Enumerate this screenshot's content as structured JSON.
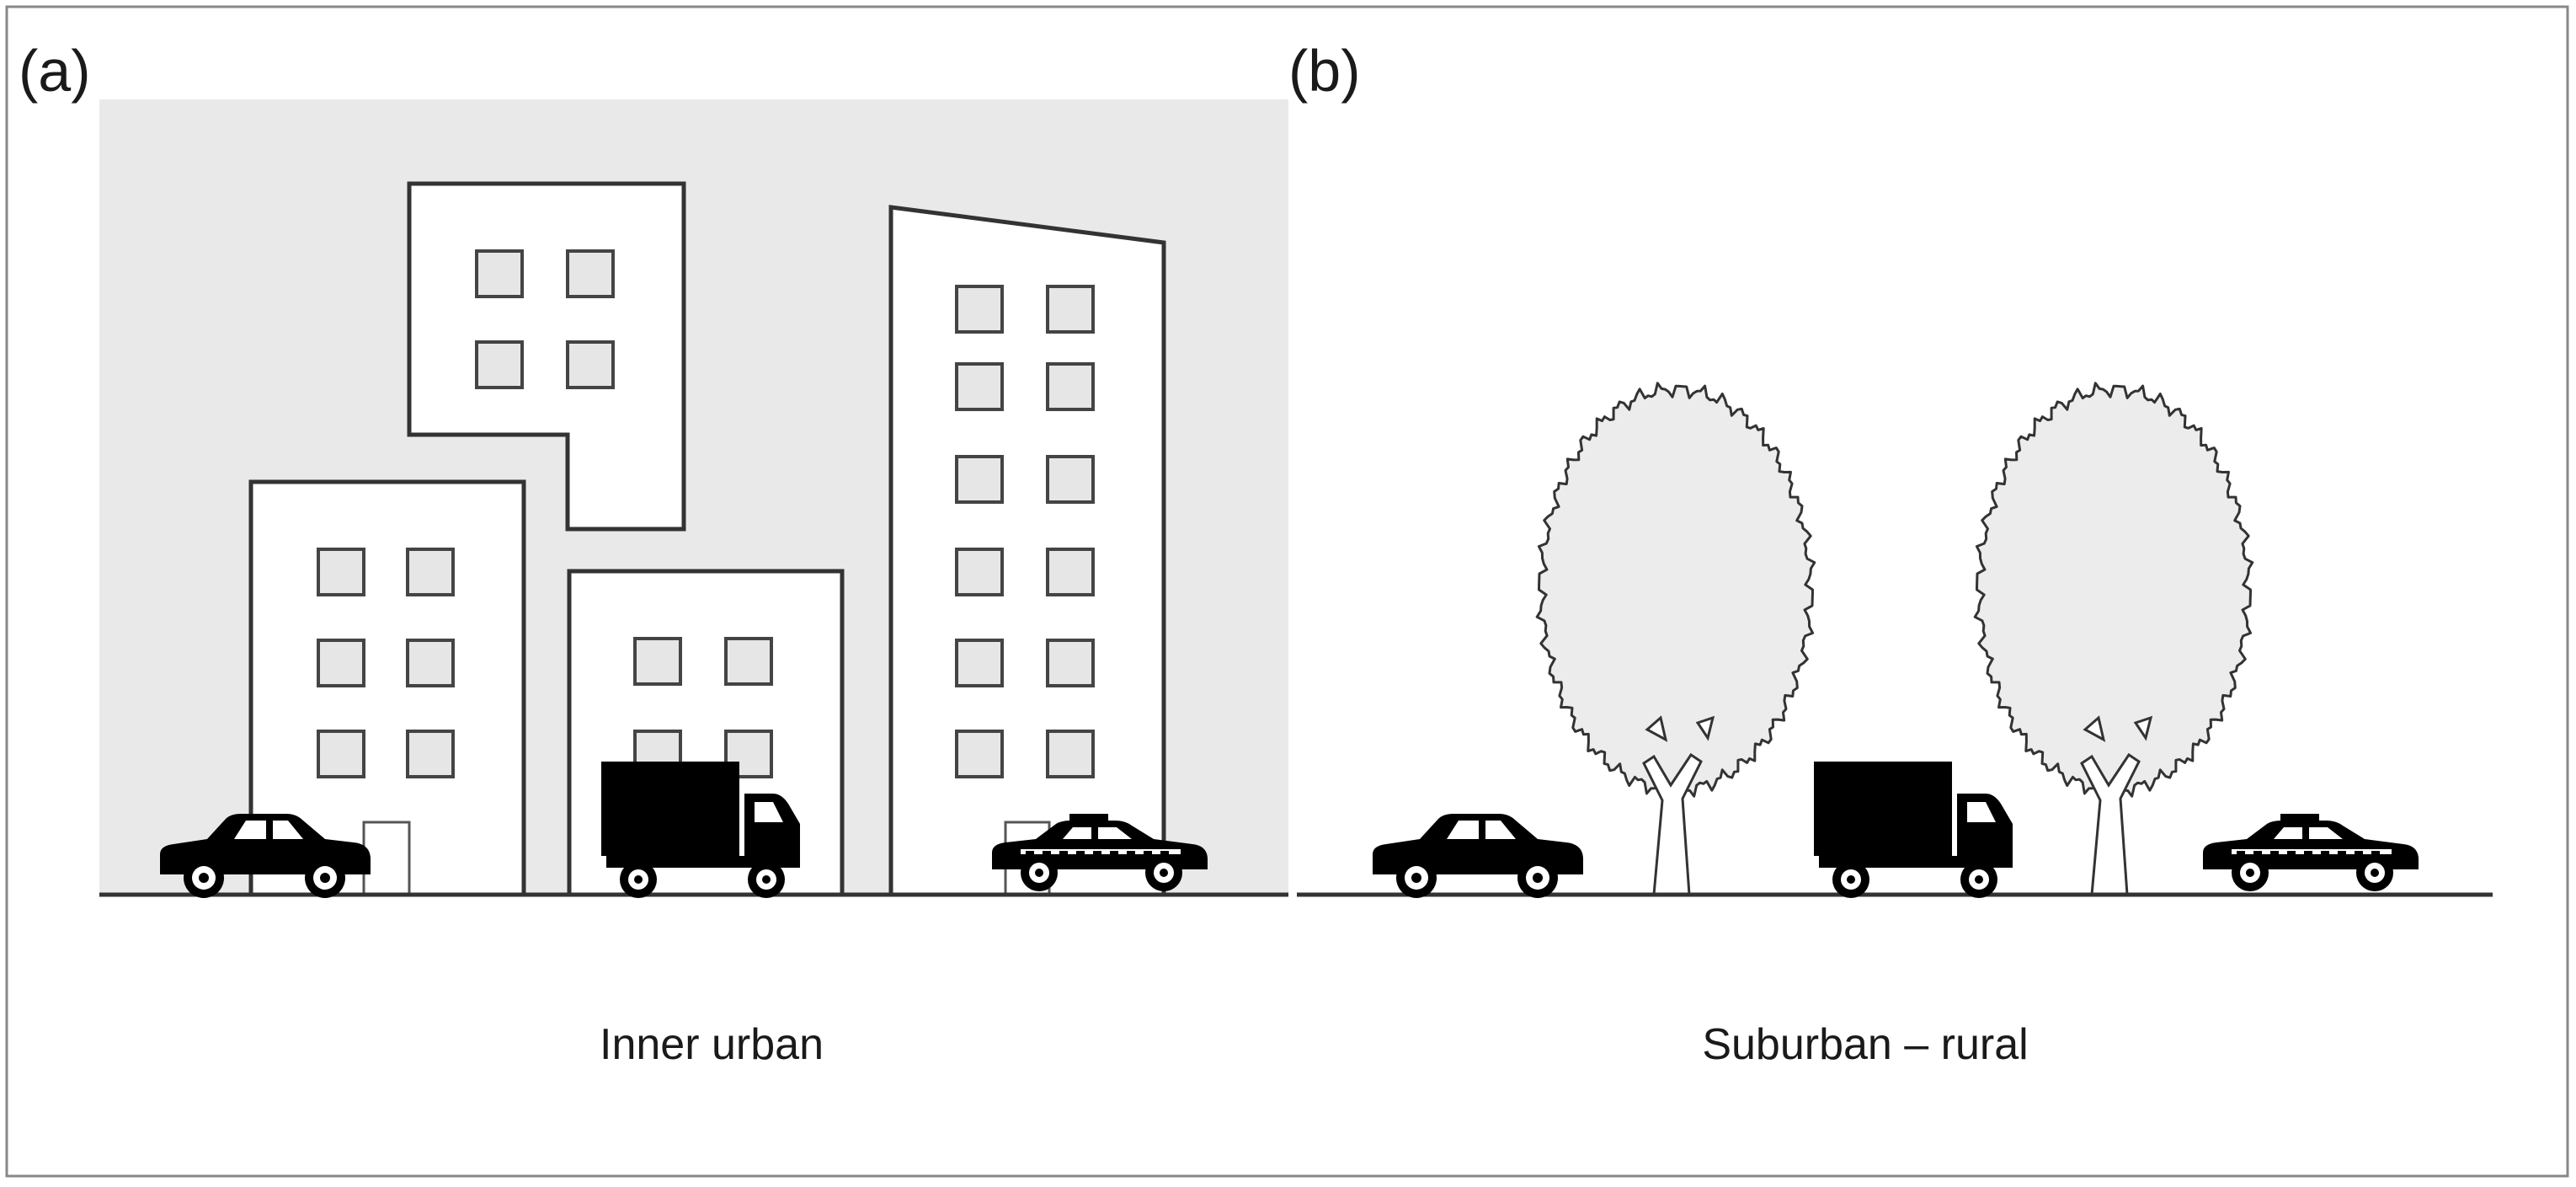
{
  "panels": {
    "a": {
      "letter": "(a)",
      "caption": "Inner urban"
    },
    "b": {
      "letter": "(b)",
      "caption": "Suburban – rural"
    }
  },
  "icons": [
    "building-icon",
    "tree-icon",
    "car-icon",
    "truck-icon",
    "taxi-icon"
  ],
  "colors": {
    "background": "#ffffff",
    "urban_background": "#e9e9e9",
    "building_fill": "#ffffff",
    "window_fill": "#e6e6e6",
    "tree_fill": "#ececec",
    "outline": "#333333",
    "vehicle": "#000000",
    "frame": "#888888"
  }
}
